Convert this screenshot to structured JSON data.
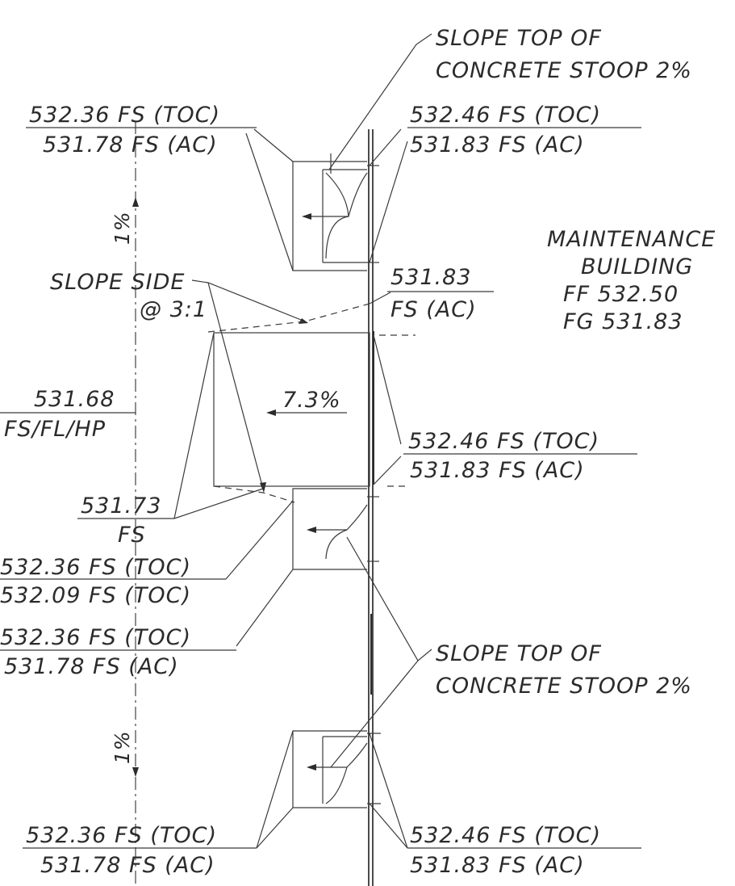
{
  "labels": {
    "callout_top_1": "SLOPE TOP OF",
    "callout_top_2": "CONCRETE STOOP 2%",
    "tl_top": "532.36 FS (TOC)",
    "tl_bot": "531.78 FS (AC)",
    "tr_top": "532.46 FS (TOC)",
    "tr_bot": "531.83 FS (AC)",
    "building_1": "MAINTENANCE",
    "building_2": "BUILDING",
    "building_3": "FF 532.50",
    "building_4": "FG 531.83",
    "slope_up": "1%",
    "slope_side_1": "SLOPE SIDE",
    "slope_side_2": "@ 3:1",
    "mid_r_top": "531.83",
    "mid_r_bot": "FS (AC)",
    "ml_top": "531.68",
    "ml_bot": "FS/FL/HP",
    "ramp_slope": "7.3%",
    "mr_top": "532.46 FS (TOC)",
    "mr_bot": "531.83 FS (AC)",
    "ll_top": "531.73",
    "ll_bot": "FS",
    "lc_top": "532.36 FS (TOC)",
    "lc_bot": "532.09 FS (TOC)",
    "lc2_top": "532.36 FS (TOC)",
    "lc2_bot": "531.78 FS (AC)",
    "callout_bot_1": "SLOPE TOP OF",
    "callout_bot_2": "CONCRETE STOOP 2%",
    "slope_down": "1%",
    "bl_top": "532.36 FS (TOC)",
    "bl_bot": "531.78 FS (AC)",
    "br_top": "532.46 FS (TOC)",
    "br_bot": "531.83 FS (AC)"
  }
}
